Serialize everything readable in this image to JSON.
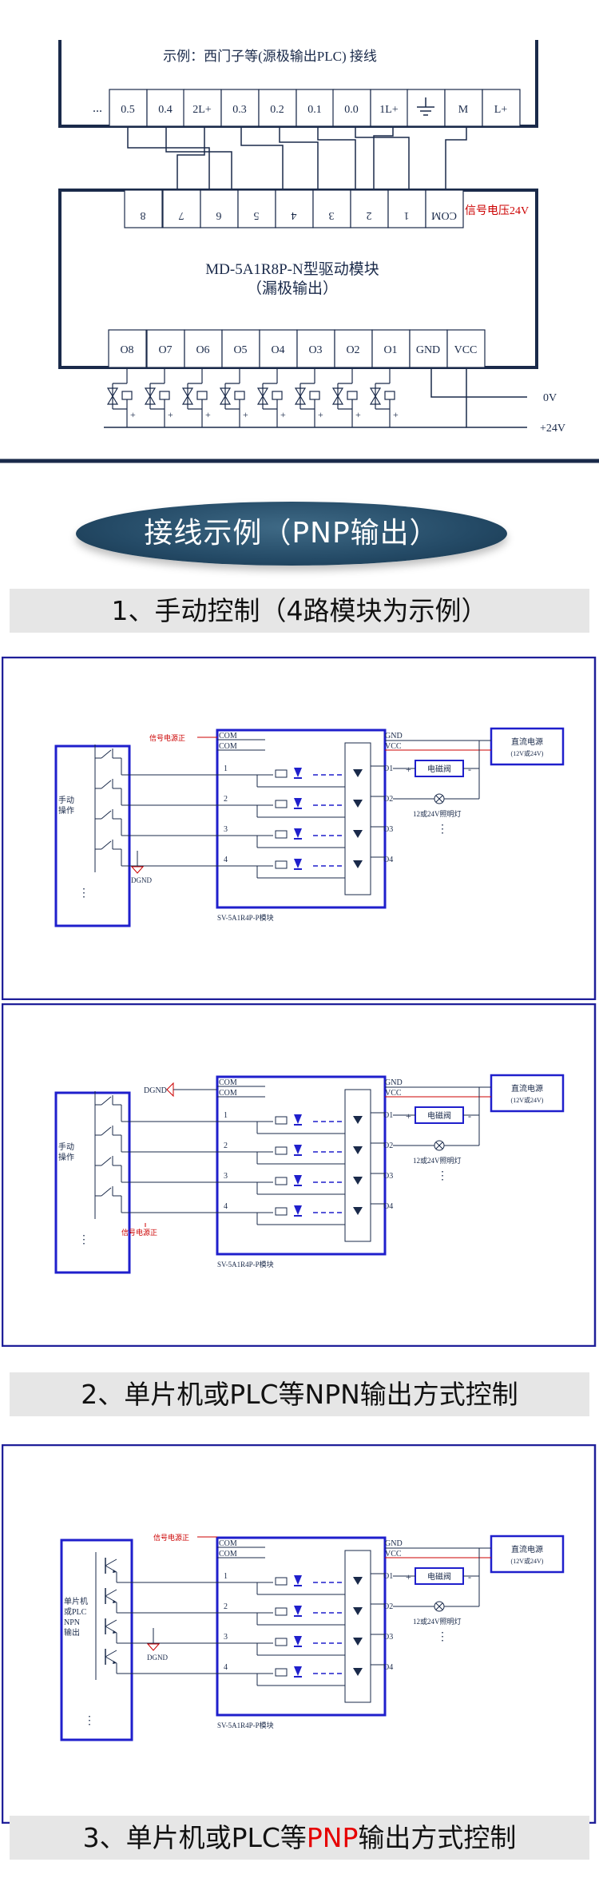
{
  "top": {
    "caption": "示例：西门子等(源极输出PLC) 接线",
    "plc_terminals": [
      "...",
      "0.5",
      "0.4",
      "2L+",
      "0.3",
      "0.2",
      "0.1",
      "0.0",
      "1L+",
      "⏚",
      "M",
      "L+"
    ],
    "module_inputs": [
      "8",
      "7",
      "6",
      "5",
      "4",
      "3",
      "2",
      "1",
      "COM",
      "信号电压24V"
    ],
    "module_title": "MD-5A1R8P-N型驱动模块",
    "module_subtitle": "（漏极输出）",
    "module_outputs": [
      "O8",
      "O7",
      "O6",
      "O5",
      "O4",
      "O3",
      "O2",
      "O1",
      "GND",
      "VCC"
    ],
    "rail_0v": "0V",
    "rail_24v": "+24V"
  },
  "section_banner": "接线示例（PNP输出）",
  "heading1": "1、手动控制（4路模块为示例）",
  "heading2": "2、单片机或PLC等NPN输出方式控制",
  "heading3": {
    "prefix": "3、单片机或PLC等",
    "highlight": "PNP",
    "suffix": "输出方式控制"
  },
  "diagram": {
    "com": "COM",
    "gnd": "GND",
    "vcc": "VCC",
    "channels": [
      "1",
      "2",
      "3",
      "4"
    ],
    "outputs": [
      "O1",
      "O2",
      "O3",
      "O4"
    ],
    "module_label": "SV-5A1R4P-P模块",
    "psu_label": "直流电源",
    "psu_sub": "(12V或24V)",
    "valve": "电磁阀",
    "lamp": "12或24V照明灯",
    "signal_pos": "信号电源正",
    "dgnd": "DGND",
    "manual": [
      "手动",
      "操作"
    ],
    "mcu": [
      "单片机",
      "或PLC",
      "NPN",
      "输出"
    ],
    "plus": "+",
    "minus": "-",
    "dots": "⋮"
  },
  "colors": {
    "blue": "#1f1fcc",
    "red": "#cc0000",
    "navy": "#1a2a4a"
  }
}
